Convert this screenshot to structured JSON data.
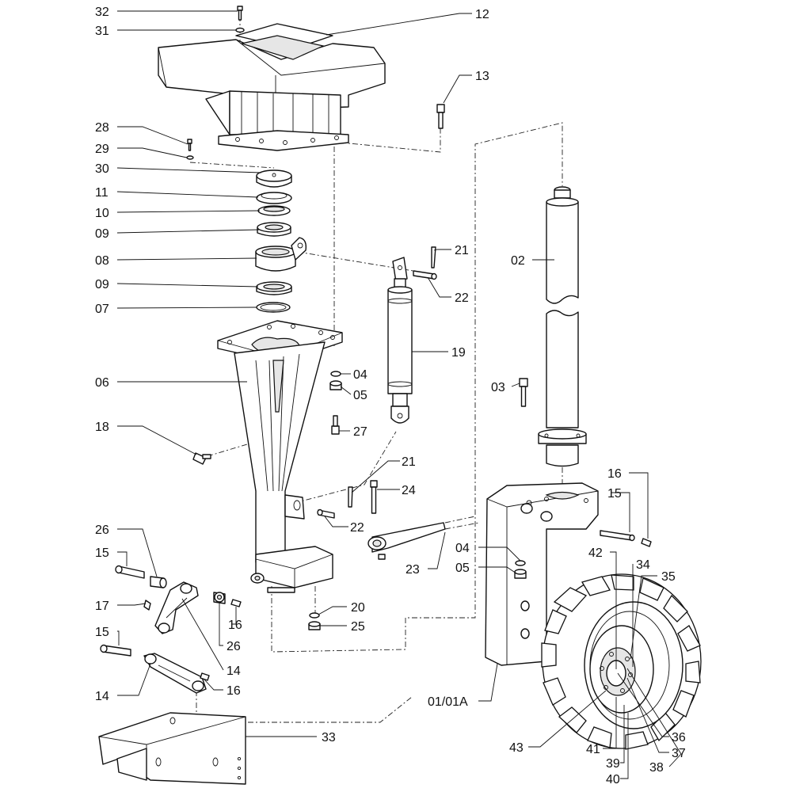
{
  "labels": [
    {
      "id": "32",
      "text": "32"
    },
    {
      "id": "31",
      "text": "31"
    },
    {
      "id": "12",
      "text": "12"
    },
    {
      "id": "13",
      "text": "13"
    },
    {
      "id": "28",
      "text": "28"
    },
    {
      "id": "29",
      "text": "29"
    },
    {
      "id": "30",
      "text": "30"
    },
    {
      "id": "11",
      "text": "11"
    },
    {
      "id": "10",
      "text": "10"
    },
    {
      "id": "09a",
      "text": "09"
    },
    {
      "id": "08",
      "text": "08"
    },
    {
      "id": "09b",
      "text": "09"
    },
    {
      "id": "07",
      "text": "07"
    },
    {
      "id": "21a",
      "text": "21"
    },
    {
      "id": "22a",
      "text": "22"
    },
    {
      "id": "02",
      "text": "02"
    },
    {
      "id": "19",
      "text": "19"
    },
    {
      "id": "04a",
      "text": "04"
    },
    {
      "id": "05a",
      "text": "05"
    },
    {
      "id": "06",
      "text": "06"
    },
    {
      "id": "03",
      "text": "03"
    },
    {
      "id": "27",
      "text": "27"
    },
    {
      "id": "18",
      "text": "18"
    },
    {
      "id": "21b",
      "text": "21"
    },
    {
      "id": "24",
      "text": "24"
    },
    {
      "id": "16a",
      "text": "16"
    },
    {
      "id": "15a",
      "text": "15"
    },
    {
      "id": "22b",
      "text": "22"
    },
    {
      "id": "26a",
      "text": "26"
    },
    {
      "id": "15b",
      "text": "15"
    },
    {
      "id": "04b",
      "text": "04"
    },
    {
      "id": "42",
      "text": "42"
    },
    {
      "id": "34",
      "text": "34"
    },
    {
      "id": "35",
      "text": "35"
    },
    {
      "id": "23",
      "text": "23"
    },
    {
      "id": "05b",
      "text": "05"
    },
    {
      "id": "17",
      "text": "17"
    },
    {
      "id": "20",
      "text": "20"
    },
    {
      "id": "16b",
      "text": "16"
    },
    {
      "id": "25",
      "text": "25"
    },
    {
      "id": "15c",
      "text": "15"
    },
    {
      "id": "26b",
      "text": "26"
    },
    {
      "id": "14a",
      "text": "14"
    },
    {
      "id": "16c",
      "text": "16"
    },
    {
      "id": "14b",
      "text": "14"
    },
    {
      "id": "0101a",
      "text": "01/01A"
    },
    {
      "id": "33",
      "text": "33"
    },
    {
      "id": "36",
      "text": "36"
    },
    {
      "id": "37",
      "text": "37"
    },
    {
      "id": "38",
      "text": "38"
    },
    {
      "id": "43",
      "text": "43"
    },
    {
      "id": "41",
      "text": "41"
    },
    {
      "id": "39",
      "text": "39"
    },
    {
      "id": "40",
      "text": "40"
    }
  ]
}
